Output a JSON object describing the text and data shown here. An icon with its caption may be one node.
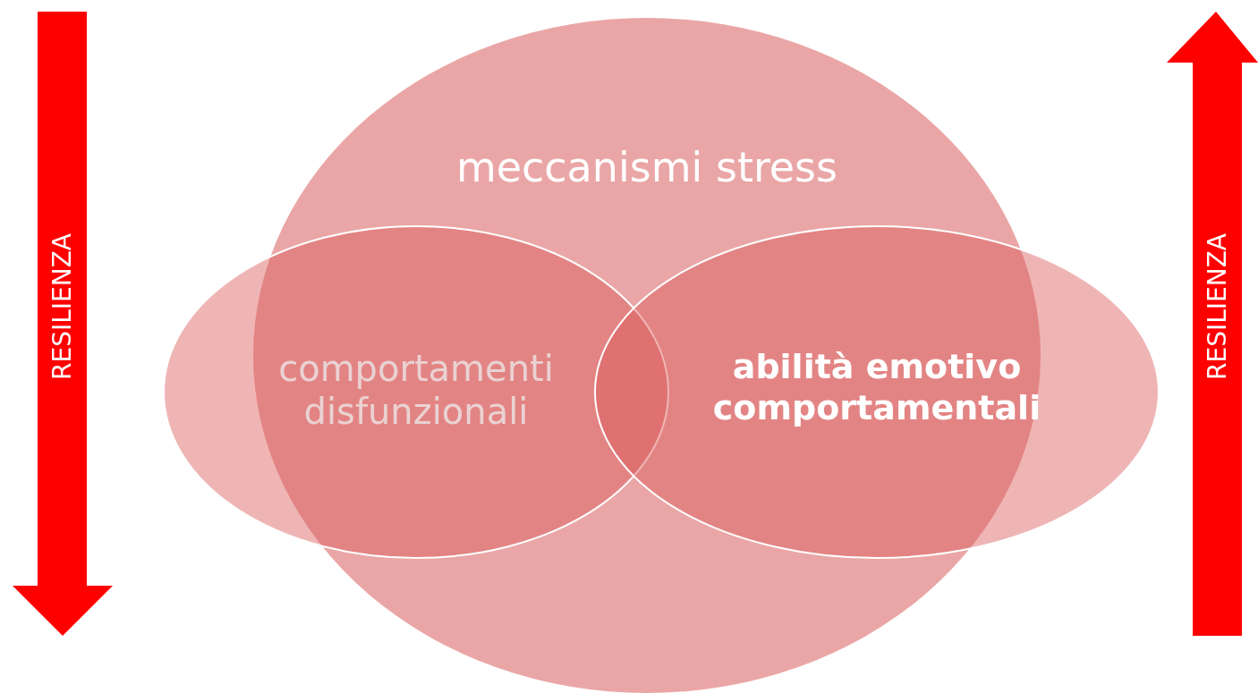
{
  "diagram": {
    "nodes": [
      {
        "text": [
          "RESILIENZA"
        ]
      },
      {
        "text": [
          "meccanismi stress"
        ]
      },
      {
        "text": [
          "comportamenti disfunzionali"
        ]
      },
      {
        "text": [
          "abilità emotivo comportamentali"
        ]
      },
      {
        "text": [
          "RESILIENZA"
        ]
      }
    ]
  }
}
